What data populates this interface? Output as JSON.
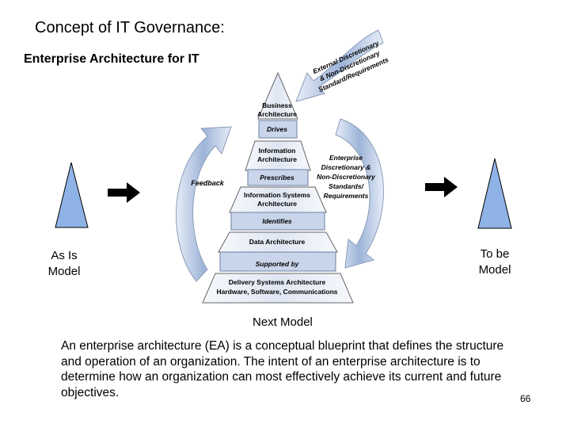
{
  "slide": {
    "title": "Concept of IT Governance:",
    "subtitle": "Enterprise Architecture for IT",
    "as_is": "As Is\nModel",
    "to_be": "To be\nModel",
    "next_model": "Next Model",
    "paragraph": "An enterprise architecture (EA) is a conceptual blueprint that defines the structure and operation of an organization. The intent of an enterprise architecture is to determine how an organization can most effectively achieve its current and future objectives.",
    "page_number": "66"
  },
  "diagram": {
    "layers": [
      "Business\nArchitecture",
      "Information\nArchitecture",
      "Information Systems\nArchitecture",
      "Data Architecture",
      "Delivery Systems Architecture\nHardware, Software, Communications"
    ],
    "connectors": [
      "Drives",
      "Prescribes",
      "Identifies",
      "Supported by"
    ],
    "feedback": "Feedback",
    "standards": "Enterprise\nDiscretionary &\nNon-Discretionary\nStandards/\nRequirements",
    "external": [
      "External Discretionary",
      "& Non-Discretionary",
      "Standard/Requirements"
    ]
  },
  "colors": {
    "triangle_fill": "#8fb3e6",
    "arrow_fill": "#c6d4ec",
    "pyramid_fill": "#eef2f8"
  }
}
